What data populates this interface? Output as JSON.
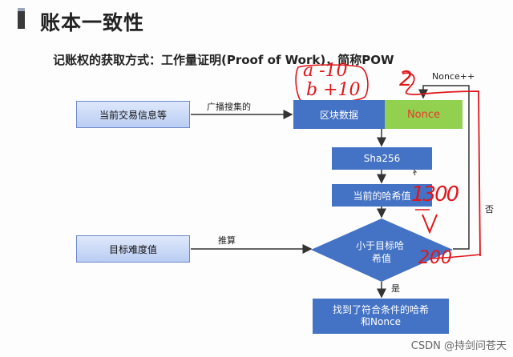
{
  "page": {
    "title": "账本一致性",
    "subtitle": "记账权的获取方式：工作量证明(Proof of Work)，简称POW"
  },
  "flow": {
    "tx_info": "当前交易信息等",
    "broadcast_label": "广播搜集的",
    "block_data": "区块数据",
    "nonce": "Nonce",
    "nonce_increment": "Nonce++",
    "sha256": "Sha256",
    "current_hash": "当前的哈希值",
    "target_difficulty": "目标难度值",
    "derive_label": "推算",
    "decision_line1": "小于目标哈",
    "decision_line2": "希值",
    "no_label": "否",
    "yes_label": "是",
    "result_line1": "找到了符合条件的哈希",
    "result_line2": "和Nonce"
  },
  "annotations": {
    "a_line": "a -10",
    "b_line": "b +10",
    "digit_2": "2",
    "value_1300": "1300",
    "value_200": "200"
  },
  "watermark": "CSDN @持剑问苍天",
  "colors": {
    "blue": "#4472c4",
    "green": "#92d050",
    "handwriting": "#e0161b"
  }
}
